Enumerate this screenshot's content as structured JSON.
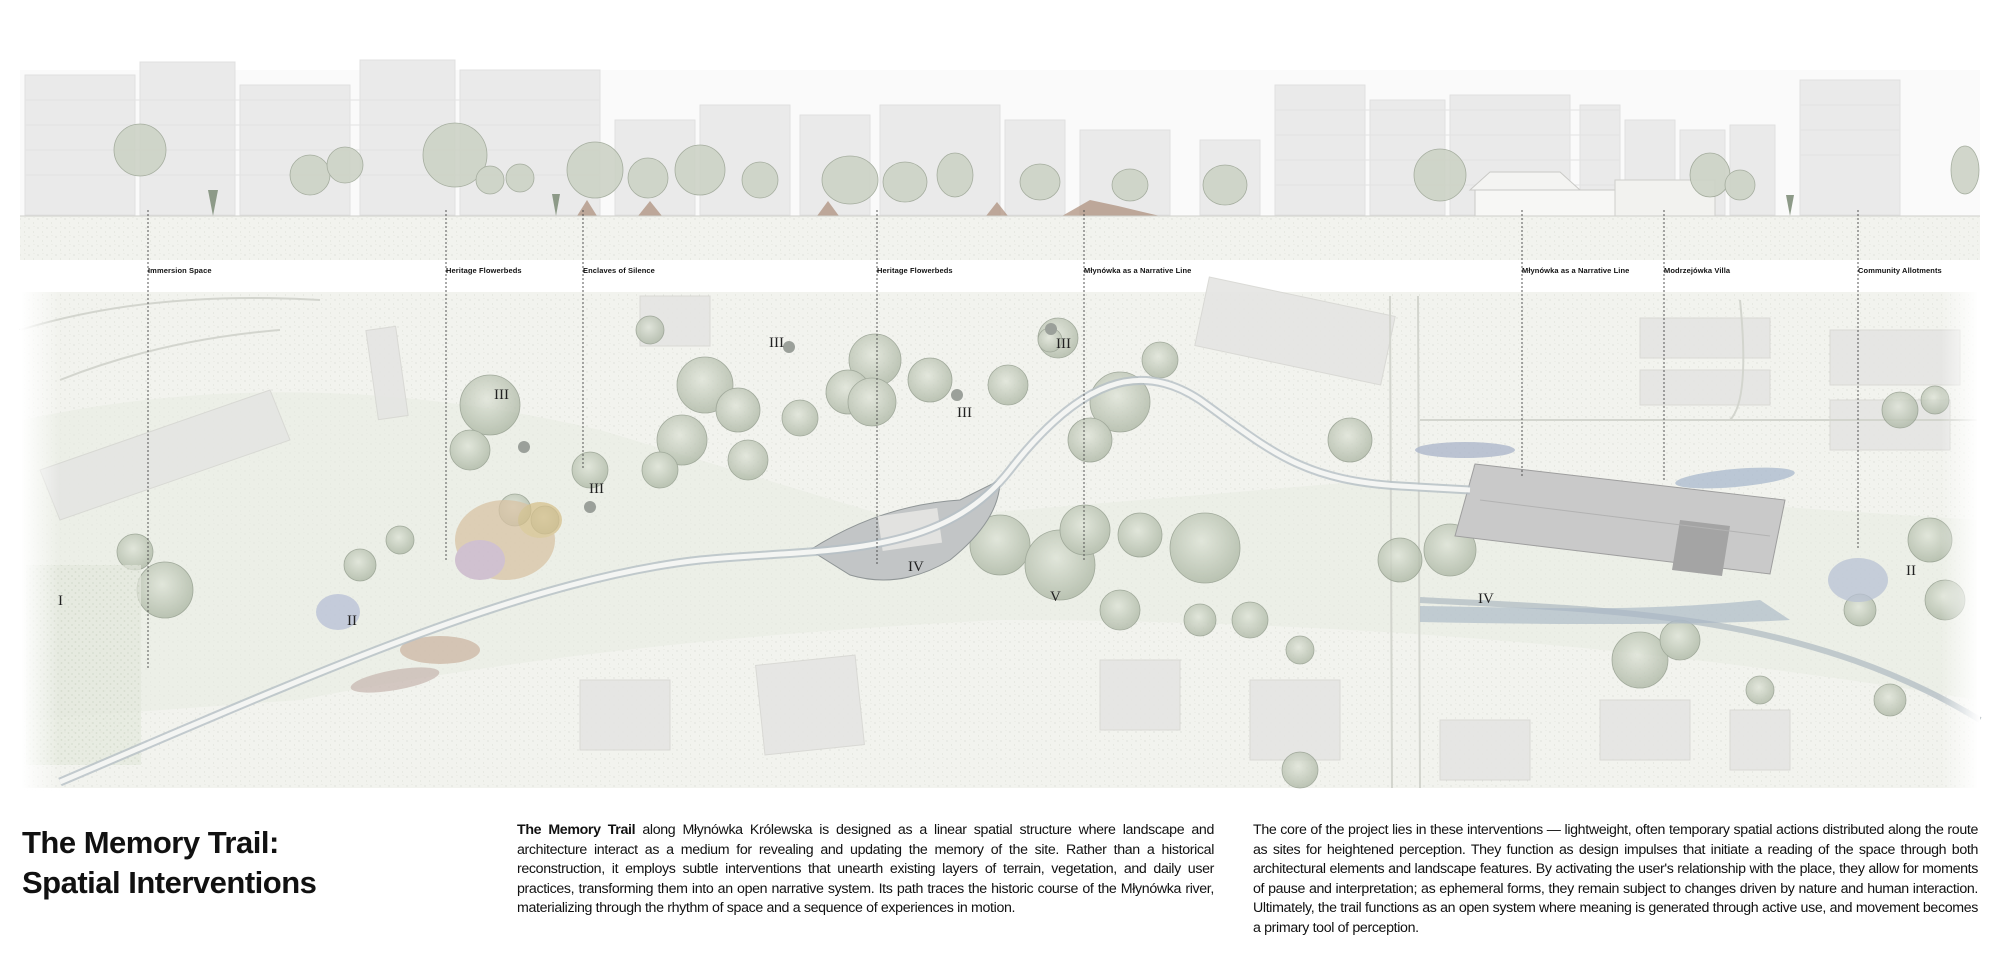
{
  "title": {
    "line1": "The Memory Trail:",
    "line2": "Spatial Interventions"
  },
  "callouts": [
    {
      "id": "immersion-space",
      "label": "Immersion Space"
    },
    {
      "id": "heritage-flowerbeds-1",
      "label": "Heritage Flowerbeds"
    },
    {
      "id": "enclaves-of-silence",
      "label": "Enclaves of Silence"
    },
    {
      "id": "heritage-flowerbeds-2",
      "label": "Heritage Flowerbeds"
    },
    {
      "id": "mlynowka-narrative-line-1",
      "label": "Młynówka as a Narrative Line"
    },
    {
      "id": "mlynowka-narrative-line-2",
      "label": "Młynówka as a Narrative Line"
    },
    {
      "id": "modrzejowka-villa",
      "label": "Modrzejówka Villa"
    },
    {
      "id": "community-allotments",
      "label": "Community Allotments"
    }
  ],
  "zone_markers": [
    "I",
    "II",
    "III",
    "III",
    "III",
    "III",
    "III",
    "IV",
    "V",
    "IV",
    "II"
  ],
  "text": {
    "col1_lead": "The Memory Trail",
    "col1_body": " along Młynówka Królewska is designed as a linear spatial structure where landscape and architecture interact as a medium for revealing and updating the memory of the site. Rather than a historical reconstruction, it employs subtle interventions that unearth existing layers of terrain, vegetation, and daily user practices, transforming them into an open narrative system. Its path traces the historic course of the Młynówka river, materializing through the rhythm of space and a sequence of experiences in motion.",
    "col2_body": "The core of the project lies in these interventions — lightweight, often temporary spatial actions distributed along the route as sites for heightened perception. They function as design impulses that initiate a reading of the space through both architectural elements and landscape features. By activating the user's relationship with the place, they allow for moments of pause and interpretation; as ephemeral forms, they remain subject to changes driven by nature and human interaction. Ultimately, the trail functions as an open system where meaning is generated through active use, and movement becomes a primary tool of perception."
  },
  "colors": {
    "ground": "#eef0e8",
    "tree": "#c9d0c2",
    "building": "#d4d4d1",
    "path": "#b6bfc6",
    "water": "#a9b7c4"
  }
}
